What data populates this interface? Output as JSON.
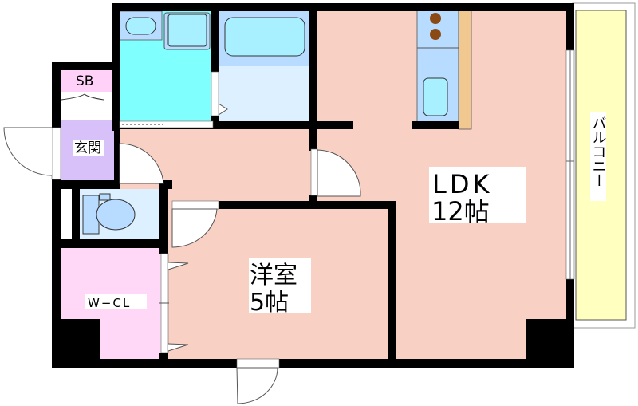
{
  "rooms": {
    "ldk": {
      "name": "LDK",
      "size": "12帖"
    },
    "western_room": {
      "name": "洋室",
      "size": "5帖"
    },
    "walk_in_closet": {
      "name": "W−CL"
    },
    "entrance": {
      "name": "玄関"
    },
    "shoe_box": {
      "name": "SB"
    },
    "balcony": {
      "name": "バルコニー"
    }
  },
  "colors": {
    "wall": "#000000",
    "living": "#f8d0c4",
    "washroom": "#80ffff",
    "bath_light": "#dcf0ff",
    "fixture": "#b8dcff",
    "entrance": "#d8c0f8",
    "closet": "#ffd8f8",
    "balcony": "#ffffc0",
    "counter": "#f0c890",
    "stove_burner": "#8b4a14"
  }
}
